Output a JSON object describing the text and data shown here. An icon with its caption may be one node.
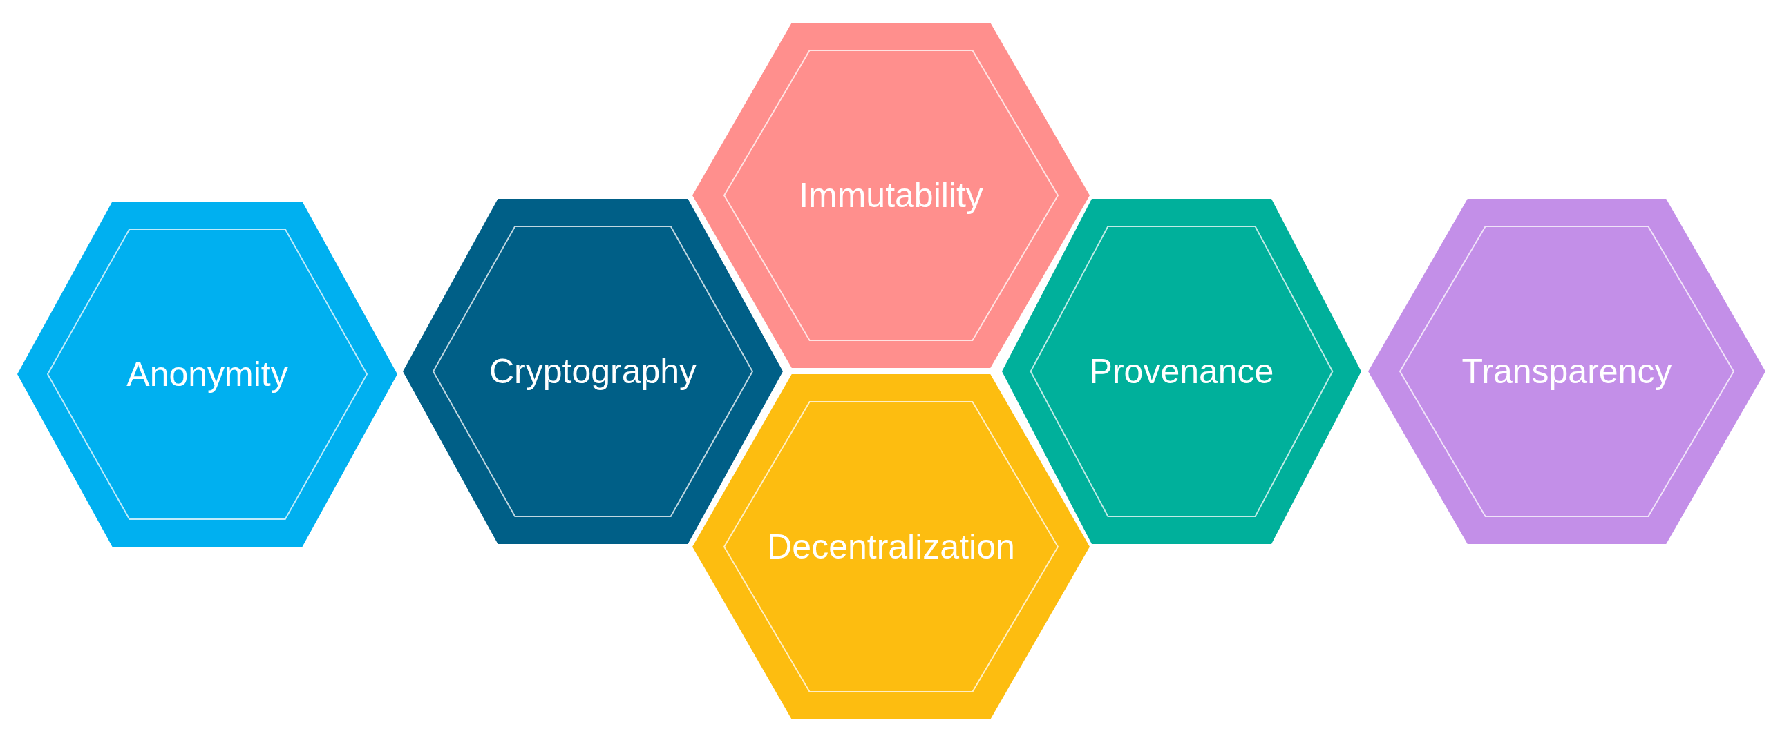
{
  "diagram": {
    "nodes": [
      {
        "text": [
          "Anonymity"
        ]
      },
      {
        "text": [
          "Cryptography"
        ]
      },
      {
        "text": [
          "Immutability"
        ]
      },
      {
        "text": [
          "Decentralization"
        ]
      },
      {
        "text": [
          "Provenance"
        ]
      },
      {
        "text": [
          "Transparency"
        ]
      }
    ]
  }
}
